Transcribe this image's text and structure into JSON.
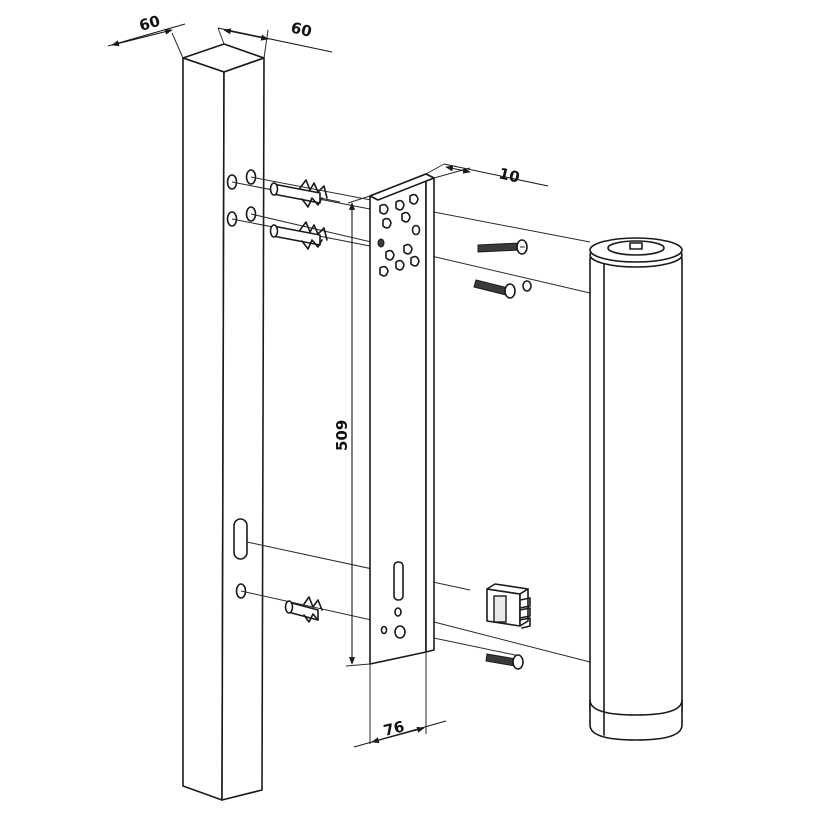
{
  "dimensions": {
    "post_width_left": "60",
    "post_width_right": "60",
    "plate_thickness": "10",
    "plate_height": "509",
    "plate_width": "76"
  },
  "colors": {
    "line": "#1a1a1a",
    "background": "#ffffff"
  },
  "icons": [
    "arrow-head-icon"
  ]
}
